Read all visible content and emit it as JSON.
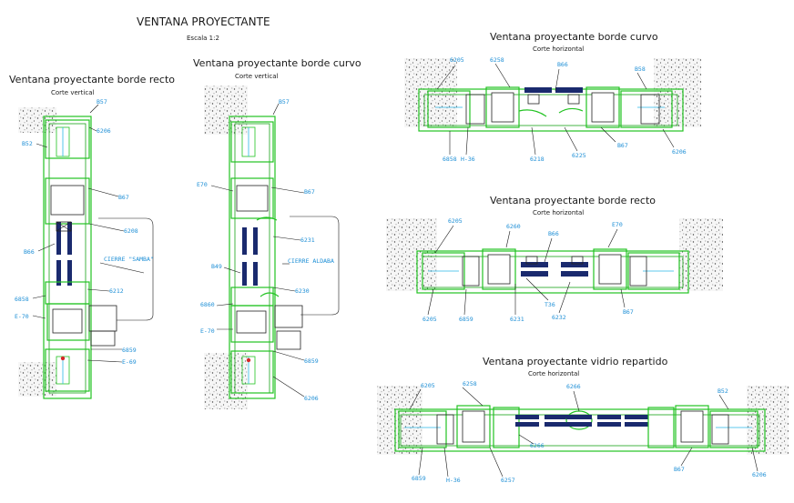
{
  "title": "VENTANA PROYECTANTE",
  "scale": "Escala 1:2",
  "sections": {
    "vr": {
      "title": "Ventana proyectante borde recto",
      "subtitle": "Corte vertical",
      "labels": [
        "B57",
        "6206",
        "B52",
        "B67",
        "6208",
        "B66",
        "CIERRE \"SAMBA\"",
        "6212",
        "6858",
        "E-70",
        "6859",
        "E-69"
      ]
    },
    "vc": {
      "title": "Ventana proyectante borde curvo",
      "subtitle": "Corte vertical",
      "labels": [
        "B57",
        "E70",
        "B67",
        "6231",
        "CIERRE ALDABA",
        "B49",
        "6230",
        "6860",
        "E-70",
        "6859",
        "6206"
      ]
    },
    "hc": {
      "title": "Ventana proyectante borde curvo",
      "subtitle": "Corte horizontal",
      "labels": [
        "6205",
        "6258",
        "B66",
        "B58",
        "6858",
        "H-36",
        "6218",
        "6225",
        "B67",
        "6206"
      ]
    },
    "hr": {
      "title": "Ventana proyectante borde recto",
      "subtitle": "Corte horizontal",
      "labels": [
        "6205",
        "6260",
        "B66",
        "E70",
        "6205",
        "6859",
        "6231",
        "T36",
        "6232",
        "B67"
      ]
    },
    "hv": {
      "title": "Ventana proyectante vidrio repartido",
      "subtitle": "Corte horizontal",
      "labels": [
        "6205",
        "6258",
        "6266",
        "B52",
        "6859",
        "H-36",
        "6266",
        "6257",
        "B67",
        "6206"
      ]
    }
  }
}
